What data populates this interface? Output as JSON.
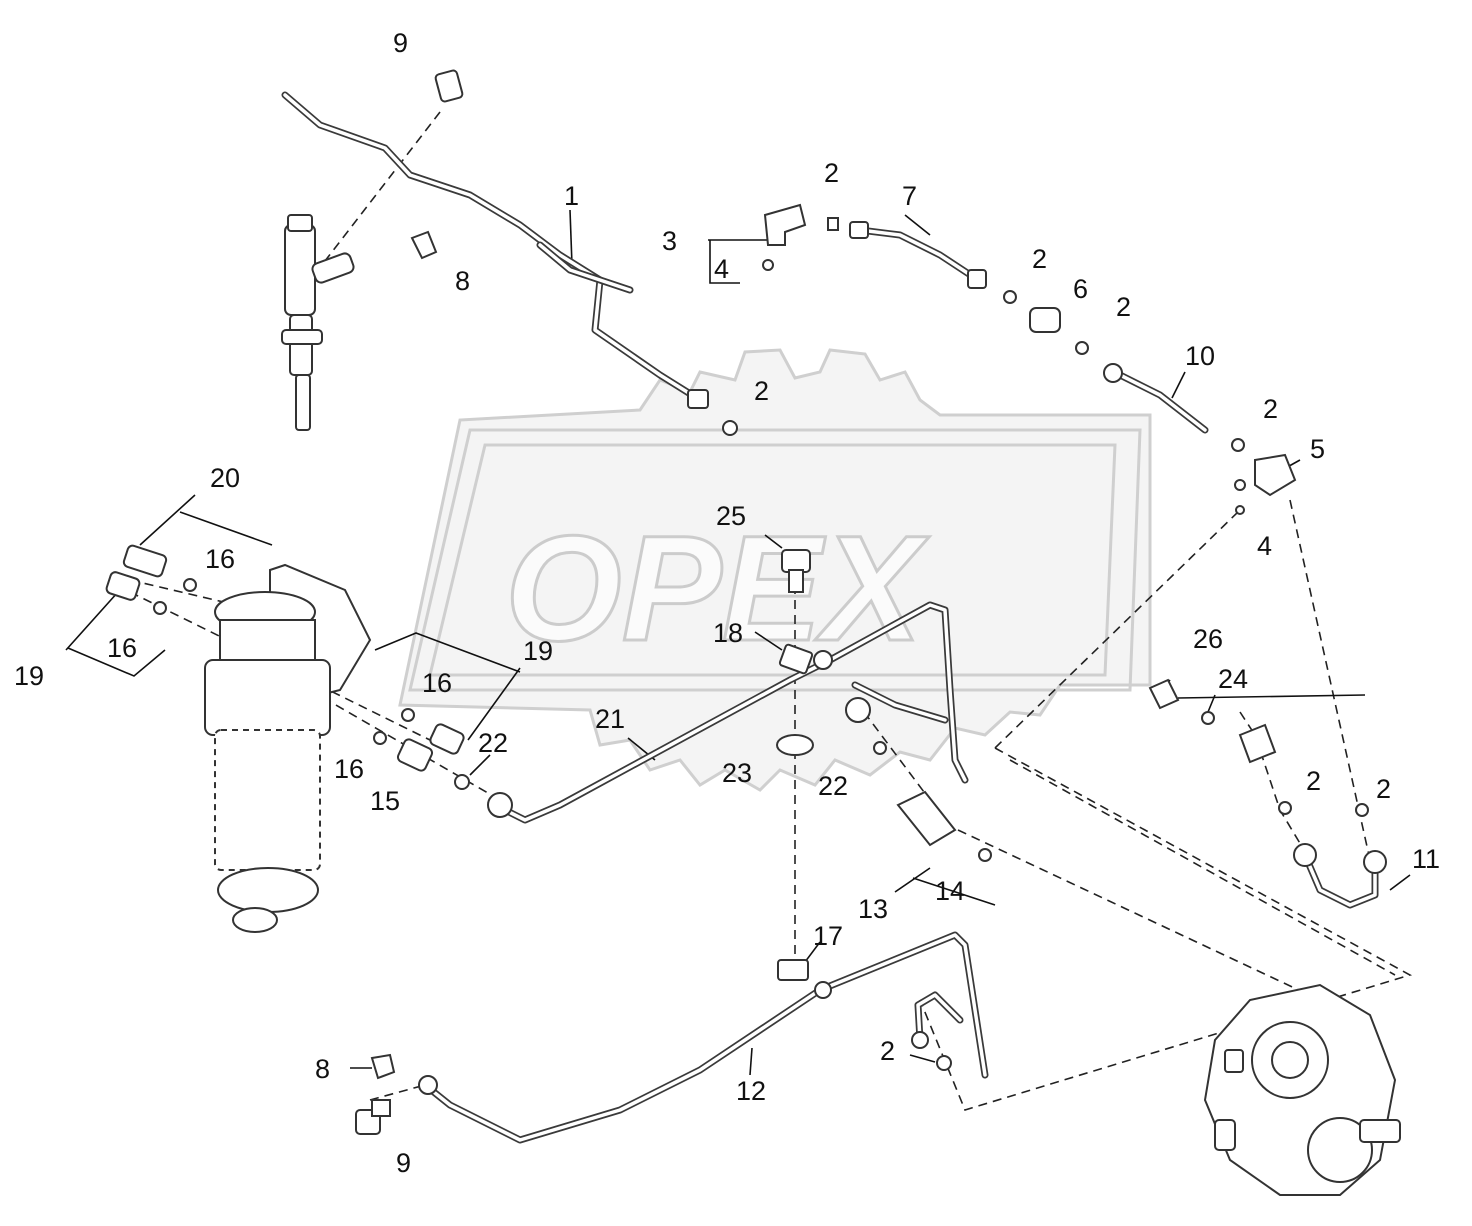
{
  "watermark": {
    "text": "OPEX"
  },
  "callouts": [
    {
      "label": "9"
    },
    {
      "label": "1"
    },
    {
      "label": "8"
    },
    {
      "label": "2"
    },
    {
      "label": "7"
    },
    {
      "label": "3"
    },
    {
      "label": "4"
    },
    {
      "label": "2"
    },
    {
      "label": "6"
    },
    {
      "label": "2"
    },
    {
      "label": "10"
    },
    {
      "label": "2"
    },
    {
      "label": "2"
    },
    {
      "label": "5"
    },
    {
      "label": "4"
    },
    {
      "label": "20"
    },
    {
      "label": "16"
    },
    {
      "label": "19"
    },
    {
      "label": "16"
    },
    {
      "label": "25"
    },
    {
      "label": "18"
    },
    {
      "label": "19"
    },
    {
      "label": "16"
    },
    {
      "label": "21"
    },
    {
      "label": "22"
    },
    {
      "label": "16"
    },
    {
      "label": "15"
    },
    {
      "label": "23"
    },
    {
      "label": "22"
    },
    {
      "label": "26"
    },
    {
      "label": "24"
    },
    {
      "label": "2"
    },
    {
      "label": "2"
    },
    {
      "label": "11"
    },
    {
      "label": "14"
    },
    {
      "label": "13"
    },
    {
      "label": "17"
    },
    {
      "label": "12"
    },
    {
      "label": "2"
    },
    {
      "label": "8"
    },
    {
      "label": "9"
    }
  ]
}
